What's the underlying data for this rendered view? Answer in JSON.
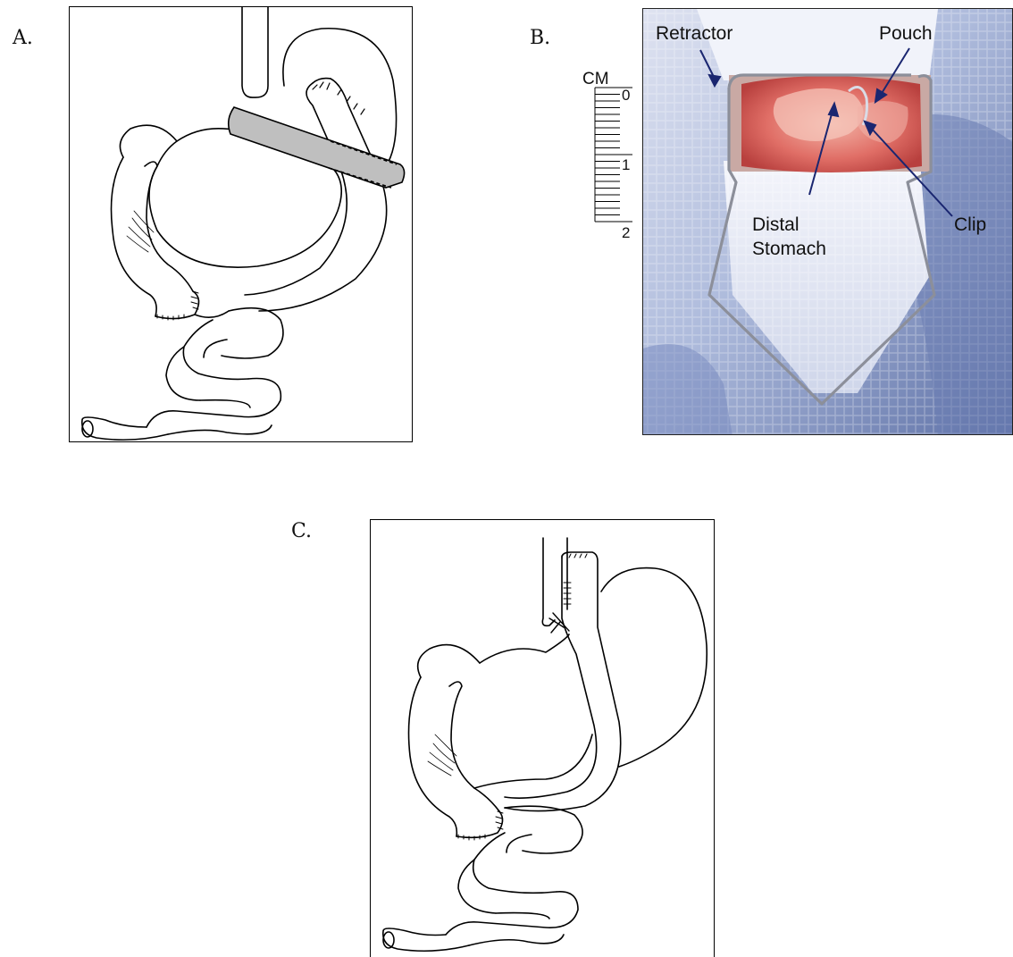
{
  "panels": {
    "a": {
      "letter": "A."
    },
    "b": {
      "letter": "B.",
      "scale": {
        "unit": "CM",
        "ticks": [
          "0",
          "1",
          "2"
        ]
      },
      "labels": {
        "retractor": "Retractor",
        "pouch": "Pouch",
        "distal_line1": "Distal",
        "distal_line2": "Stomach",
        "clip": "Clip"
      },
      "colors": {
        "arrow": "#1a2670",
        "tissue": "#e07070",
        "gauze": "#e9ecf6",
        "drape": "#4a5d9a"
      }
    },
    "c": {
      "letter": "C."
    }
  }
}
